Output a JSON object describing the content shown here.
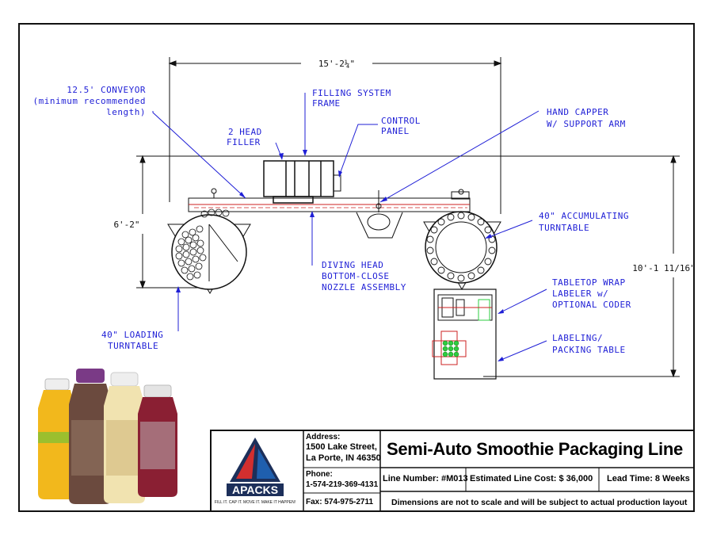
{
  "dimensions": {
    "overall_width": "15'-2¼\"",
    "height": "6'-2\"",
    "depth": "10'-1 11/16\""
  },
  "callouts": {
    "conveyor": [
      "12.5' CONVEYOR",
      "(minimum recommended",
      "length)"
    ],
    "filling_frame": [
      "FILLING SYSTEM",
      "FRAME"
    ],
    "control_panel": [
      "CONTROL",
      "PANEL"
    ],
    "hand_capper": [
      "HAND CAPPER",
      "W/ SUPPORT ARM"
    ],
    "two_head_filler": [
      "2 HEAD",
      "FILLER"
    ],
    "accumulating_turntable": [
      "40\" ACCUMULATING",
      "TURNTABLE"
    ],
    "diving_head": [
      "DIVING HEAD",
      "BOTTOM-CLOSE",
      "NOZZLE ASSEMBLY"
    ],
    "labeler": [
      "TABLETOP WRAP",
      "LABELER w/",
      "OPTIONAL CODER"
    ],
    "loading_turntable": [
      "40\" LOADING",
      "TURNTABLE"
    ],
    "packing_table": [
      "LABELING/",
      "PACKING TABLE"
    ]
  },
  "title_block": {
    "logo_name": "APACKS",
    "logo_tagline": "FILL IT. CAP IT. MOVE IT. MAKE IT HAPPEN!",
    "address_label": "Address:",
    "address_line1": "1500 Lake Street,",
    "address_line2": "La Porte, IN 46350",
    "phone_label": "Phone:",
    "phone": "1-574-219-369-4131",
    "fax": "Fax: 574-975-2711",
    "title": "Semi-Auto Smoothie Packaging Line",
    "line_number": "Line Number: #M013",
    "estimated_cost": "Estimated Line Cost:  $ 36,000",
    "lead_time": "Lead Time: 8 Weeks",
    "disclaimer": "Dimensions are not to scale and will be subject to actual production layout"
  },
  "colors": {
    "cad_blue": "#1f1fd6",
    "line_black": "#111111",
    "conveyor_red": "#cc2222",
    "logo_red": "#d22f2f",
    "logo_blue": "#1f5fae",
    "logo_navy": "#1c2f5a",
    "tray_green": "#2ecc40"
  },
  "product_image": [
    "orange-juice-bottle",
    "chocolate-smoothie-bottle",
    "banana-smoothie-bottle",
    "berry-smoothie-bottle"
  ]
}
